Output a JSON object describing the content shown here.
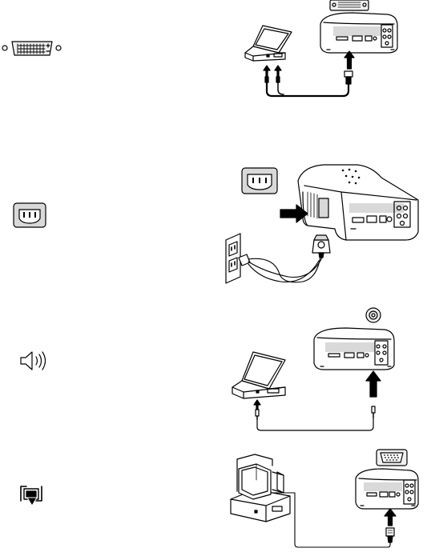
{
  "page": {
    "background": "#ffffff",
    "stroke_color": "#000000",
    "panel_shade": "#d9d9d9",
    "port_fill": "#f0f0f0"
  },
  "sections": [
    {
      "id": "video",
      "icon": "dvi-connector-icon",
      "illustration": [
        "laptop",
        "projector",
        "dvi-cable",
        "arrows-up"
      ]
    },
    {
      "id": "power",
      "icon": "power-inlet-icon",
      "illustration": [
        "projector-perspective",
        "power-inlet-inset",
        "power-cord",
        "wall-outlet",
        "arrow-right"
      ]
    },
    {
      "id": "audio",
      "icon": "speaker-icon",
      "illustration": [
        "laptop",
        "projector",
        "audio-cable",
        "audio-jack-inset",
        "arrows-up"
      ]
    },
    {
      "id": "monitor",
      "icon": "monitor-loop-icon",
      "illustration": [
        "desktop-computer",
        "projector",
        "vga-cable",
        "vga-connector-inset",
        "arrow-up"
      ]
    }
  ]
}
